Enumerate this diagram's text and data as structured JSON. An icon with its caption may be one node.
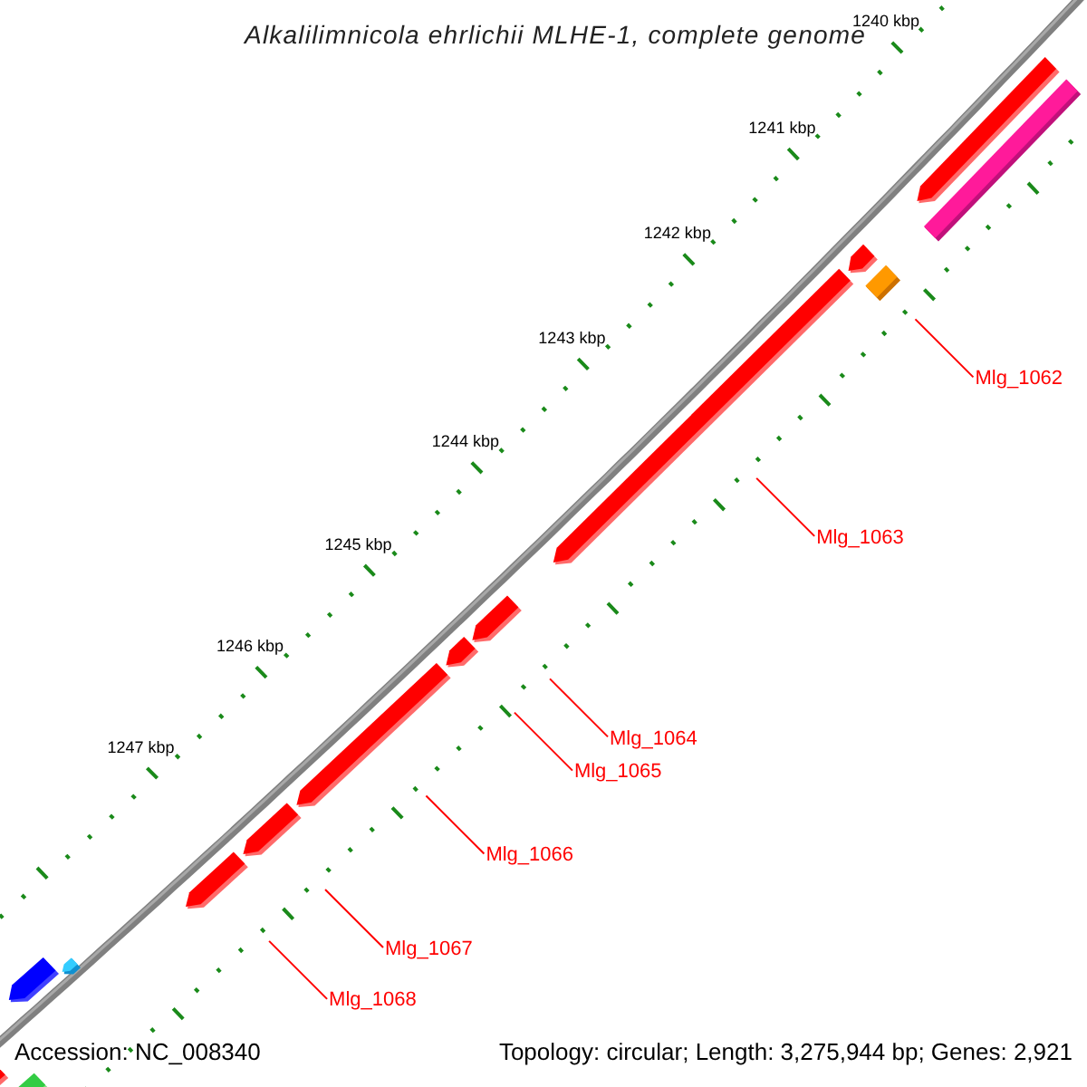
{
  "diagram": {
    "title": "Alkalilimnicola ehrlichii MLHE-1, complete genome",
    "nodes": [
      {
        "text": [
          "Mlg_1062"
        ]
      },
      {
        "text": [
          "Mlg_1063"
        ]
      },
      {
        "text": [
          "Mlg_1064"
        ]
      },
      {
        "text": [
          "Mlg_1065"
        ]
      },
      {
        "text": [
          "Mlg_1066"
        ]
      },
      {
        "text": [
          "Mlg_1067"
        ]
      },
      {
        "text": [
          "Mlg_1068"
        ]
      }
    ],
    "edges": [
      {
        "from": 0,
        "to": null,
        "arrow": "none"
      },
      {
        "from": 1,
        "to": null,
        "arrow": "none"
      },
      {
        "from": 2,
        "to": null,
        "arrow": "none"
      },
      {
        "from": 3,
        "to": null,
        "arrow": "none"
      },
      {
        "from": 4,
        "to": null,
        "arrow": "none"
      },
      {
        "from": 5,
        "to": null,
        "arrow": "none"
      },
      {
        "from": 6,
        "to": null,
        "arrow": "none"
      }
    ],
    "labels": [
      "1240 kbp",
      "1241 kbp",
      "1242 kbp",
      "1243 kbp",
      "1244 kbp",
      "1245 kbp",
      "1246 kbp",
      "1247 kbp",
      "Accession: NC_008340",
      "Topology: circular; Length: 3,275,944 bp; Genes: 2,921"
    ]
  }
}
